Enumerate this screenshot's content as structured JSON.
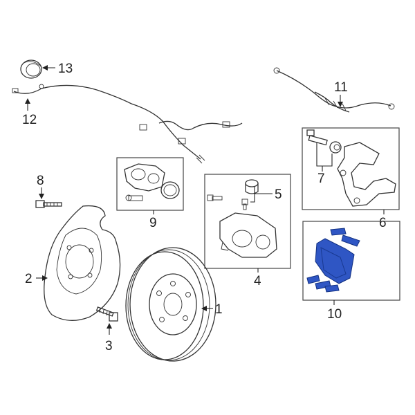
{
  "callouts": [
    {
      "id": "1",
      "text": "1"
    },
    {
      "id": "2",
      "text": "2"
    },
    {
      "id": "3",
      "text": "3"
    },
    {
      "id": "4",
      "text": "4"
    },
    {
      "id": "5",
      "text": "5"
    },
    {
      "id": "6",
      "text": "6"
    },
    {
      "id": "7",
      "text": "7"
    },
    {
      "id": "8",
      "text": "8"
    },
    {
      "id": "9",
      "text": "9"
    },
    {
      "id": "10",
      "text": "10"
    },
    {
      "id": "11",
      "text": "11"
    },
    {
      "id": "12",
      "text": "12"
    },
    {
      "id": "13",
      "text": "13"
    }
  ],
  "colors": {
    "line": "#333333",
    "highlight_fill": "#2f56c4",
    "highlight_stroke": "#123080",
    "background": "#ffffff"
  }
}
